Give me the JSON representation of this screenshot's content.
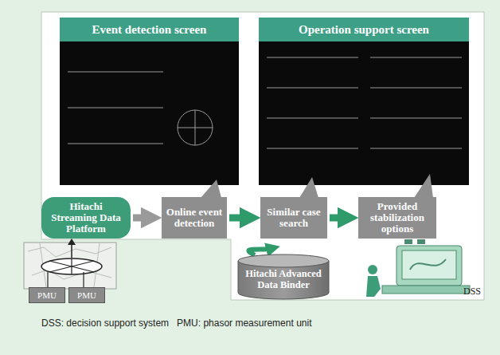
{
  "diagram": {
    "caption": "DSS: decision support system   PMU: phasor measurement unit",
    "nodes": [
      {
        "text": [
          "Event detection screen"
        ]
      },
      {
        "text": [
          "Operation support screen"
        ]
      },
      {
        "text": [
          "Hitachi Streaming Data Platform"
        ]
      },
      {
        "text": [
          "Online event detection"
        ]
      },
      {
        "text": [
          "Similar case search"
        ]
      },
      {
        "text": [
          "Provided stabilization options"
        ]
      },
      {
        "text": [
          "Hitachi Advanced Data Binder"
        ]
      },
      {
        "text": [
          "PMU"
        ]
      },
      {
        "text": [
          "PMU"
        ]
      }
    ],
    "edges": [
      {
        "from": 2,
        "to": 3,
        "arrow": "to"
      },
      {
        "from": 3,
        "to": 4,
        "arrow": "to"
      },
      {
        "from": 4,
        "to": 5,
        "arrow": "to"
      },
      {
        "from": 6,
        "to": 4,
        "arrow": "to"
      }
    ],
    "labels": [
      "DSS"
    ]
  }
}
